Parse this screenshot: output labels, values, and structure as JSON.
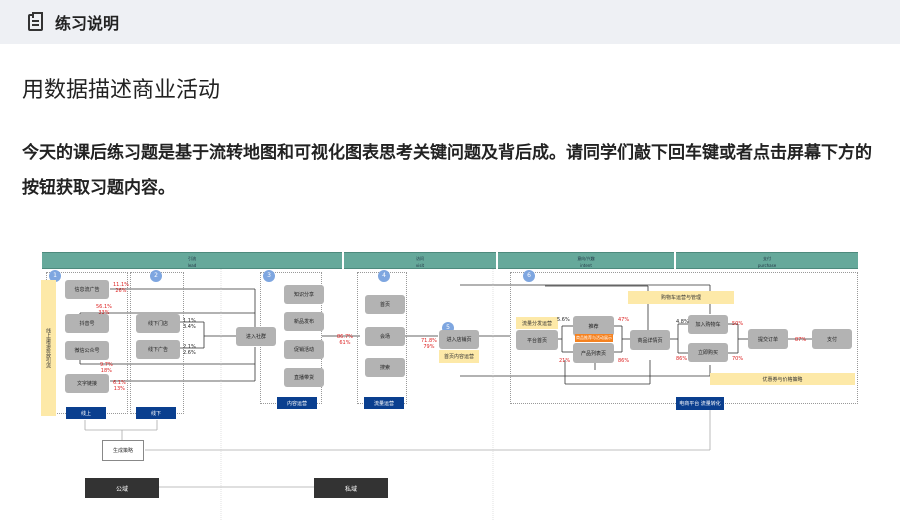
{
  "header": {
    "title": "练习说明",
    "icon": "clipboard-icon"
  },
  "main": {
    "title": "用数据描述商业活动",
    "description": "今天的课后练习题是基于流转地图和可视化图表思考关键问题及背后成。请同学们敲下回车键或者点击屏幕下方的按钮获取习题内容。"
  },
  "diagram": {
    "stages": [
      {
        "cn": "引流",
        "en": "lead"
      },
      {
        "cn": "访问",
        "en": "visit"
      },
      {
        "cn": "意向/兴趣",
        "en": "intent"
      },
      {
        "cn": "支付",
        "en": "purchase"
      }
    ],
    "steps": [
      "1",
      "2",
      "3",
      "4",
      "5",
      "6"
    ],
    "side_label": "线上渠道投放引流",
    "online_sources": [
      "信息流广告",
      "抖音号",
      "微信公众号",
      "文字链接"
    ],
    "offline_sources": [
      "线下门店",
      "线下广告"
    ],
    "content_items": [
      "知识分享",
      "新品发布",
      "促销活动",
      "直播带货"
    ],
    "visit_items": [
      "首页",
      "会场",
      "搜索"
    ],
    "enter_shop": "进入社群",
    "enter_store": "进入店铺页",
    "store_note": "首页内容运营",
    "detail_note": "流量分发运营",
    "detail_items": [
      "平台首页",
      "推荐",
      "产品列表页",
      "商品详情页",
      "加入购物车",
      "立即购买",
      "提交订单",
      "支付"
    ],
    "orange_tag": "商品推荐与活动展示",
    "top_yellow": "购物车运营与管理",
    "bottom_yellow": "优惠券与价格策略",
    "footers": [
      "线上",
      "线下",
      "内容运营",
      "流量运营",
      "电商平台 流量转化"
    ],
    "generate": "生成策略",
    "public": "公域",
    "private": "私域",
    "rates": {
      "r1": "11.1%",
      "r1b": "26%",
      "r2": "56.1%",
      "r2b": "33%",
      "r3": "9.7%",
      "r3b": "18%",
      "r4": "6.1%",
      "r4b": "13%",
      "off1": "1.1%",
      "off1b": "3.4%",
      "off2": "2.1%",
      "off2b": "2.6%",
      "shop": "86.7%",
      "shopb": "61%",
      "store": "71.8%",
      "storeb": "79%",
      "rec": "5.6%",
      "rec_out": "47%",
      "list": "21%",
      "list_out": "86%",
      "cart_in": "4.8%",
      "cart_out": "50%",
      "buy_in": "86%",
      "buy_out": "70%",
      "pay": "87%"
    },
    "colors": {
      "stage": "#66a99b",
      "navy": "#0a3f8f",
      "yellow": "#fde9a8",
      "orange": "#f58220",
      "gray": "#b3b3b3",
      "circle": "#7ea6e0",
      "red": "#d22222"
    }
  }
}
